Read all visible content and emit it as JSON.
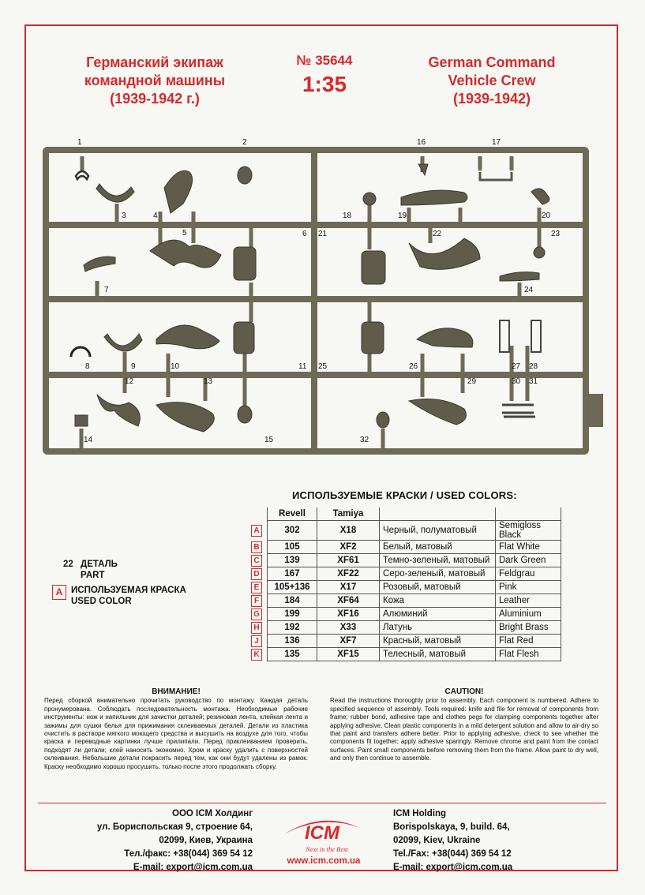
{
  "header": {
    "title_ru": [
      "Германский экипаж",
      "командной машины",
      "(1939-1942 г.)"
    ],
    "kit_number": "№ 35644",
    "scale": "1:35",
    "title_en": [
      "German Command",
      "Vehicle Crew",
      "(1939-1942)"
    ]
  },
  "sprue": {
    "part_numbers": [
      "1",
      "2",
      "3",
      "4",
      "5",
      "6",
      "7",
      "8",
      "9",
      "10",
      "11",
      "12",
      "13",
      "14",
      "15",
      "16",
      "17",
      "18",
      "19",
      "20",
      "21",
      "22",
      "23",
      "24",
      "25",
      "26",
      "27",
      "28",
      "29",
      "30",
      "31",
      "32"
    ],
    "color_frame": "#6d6a56"
  },
  "colors": {
    "title": "ИСПОЛЬЗУЕМЫЕ КРАСКИ / USED COLORS:",
    "headers": [
      "Revell",
      "Tamiya"
    ],
    "rows": [
      {
        "code": "A",
        "revell": "302",
        "tamiya": "X18",
        "ru": "Черный, полуматовый",
        "en": "Semigloss Black"
      },
      {
        "code": "B",
        "revell": "105",
        "tamiya": "XF2",
        "ru": "Белый, матовый",
        "en": "Flat White"
      },
      {
        "code": "C",
        "revell": "139",
        "tamiya": "XF61",
        "ru": "Темно-зеленый, матовый",
        "en": "Dark Green"
      },
      {
        "code": "D",
        "revell": "167",
        "tamiya": "XF22",
        "ru": "Серо-зеленый, матовый",
        "en": "Feldgrau"
      },
      {
        "code": "E",
        "revell": "105+136",
        "tamiya": "X17",
        "ru": "Розовый, матовый",
        "en": "Pink"
      },
      {
        "code": "F",
        "revell": "184",
        "tamiya": "XF64",
        "ru": "Кожа",
        "en": "Leather"
      },
      {
        "code": "G",
        "revell": "199",
        "tamiya": "XF16",
        "ru": "Алюминий",
        "en": "Aluminium"
      },
      {
        "code": "H",
        "revell": "192",
        "tamiya": "X33",
        "ru": "Латунь",
        "en": "Bright Brass"
      },
      {
        "code": "J",
        "revell": "136",
        "tamiya": "XF7",
        "ru": "Красный, матовый",
        "en": "Flat Red"
      },
      {
        "code": "K",
        "revell": "135",
        "tamiya": "XF15",
        "ru": "Телесный, матовый",
        "en": "Flat Flesh"
      }
    ]
  },
  "legend": {
    "part_number": "22",
    "part_ru": "ДЕТАЛЬ",
    "part_en": "PART",
    "color_code": "A",
    "color_ru": "ИСПОЛЬЗУЕМАЯ КРАСКА",
    "color_en": "USED COLOR"
  },
  "warning": {
    "ru_title": "ВНИМАНИЕ!",
    "ru_text": "Перед сборкой внимательно прочитать руководство по монтажу. Каждая деталь пронумерована. Соблюдать последовательность монтажа. Необходимые рабочие инструменты: нож и напильник для зачистки деталей; резиновая лента, клейкая лента и зажимы для сушки белья для прижимания склеиваемых деталей. Детали из пластика очистить в растворе мягкого моющего средства и высушить на воздухе для того, чтобы краска и переводные картинки лучше прилипали. Перед приклеиванием проверить, подходят ли детали; клей наносить экономно. Хром и краску удалить с поверхностей склеивания. Небольшие детали покрасить перед тем, как они будут удалены из рамок. Краску необходимо хорошо просушить, только после этого продолжать сборку.",
    "en_title": "CAUTION!",
    "en_text": "Read the instructions thoroughly prior to assembly. Each component is numbered. Adhere to specified sequence of assembly. Tools required: knife and file for removal of components from frame; rubber bond, adhesive tape and clothes pegs for clamping components together after applying adhesive. Clean plastic components in a mild detergent solution and allow to air-dry so that paint and transfers adhere better. Prior to applying adhesive, check to see whether the components fit together; apply adhesive sparingly. Remove chrome and paint from the contact surfaces. Paint small components before removing them from the frame. Allow paint to dry well, and only then continue to assemble."
  },
  "footer": {
    "ru": [
      "ООО ICM Холдинг",
      "ул. Бориспольская 9, строение 64,",
      "02099, Киев, Украина",
      "Тел./факс: +38(044) 369 54 12",
      "E-mail: export@icm.com.ua"
    ],
    "en": [
      "ICM Holding",
      "Borispolskaya, 9, build. 64,",
      "02099, Kiev, Ukraine",
      "Tel./Fax: +38(044) 369 54 12",
      "E-mail: export@icm.com.ua"
    ],
    "logo_text": "ICM",
    "logo_slogan": "Next in the Best",
    "website": "www.icm.com.ua",
    "brand_color": "#d42a2a"
  }
}
